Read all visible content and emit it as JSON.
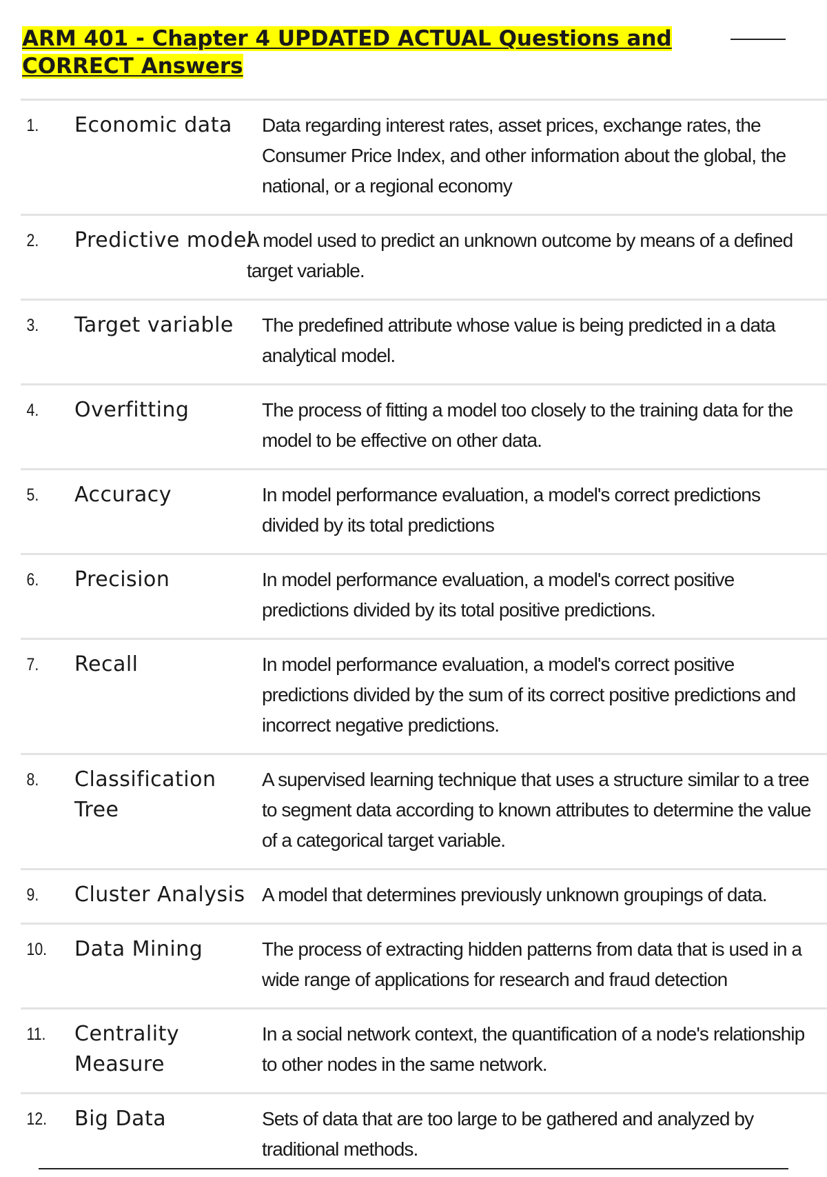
{
  "document": {
    "title": "ARM 401 - Chapter 4 UPDATED ACTUAL Questions and CORRECT Answers"
  },
  "items": [
    {
      "num": "1.",
      "term": "Economic data",
      "definition": "Data regarding interest rates, asset prices, exchange rates, the Consumer Price Index, and other information about the global, the national, or a regional economy"
    },
    {
      "num": "2.",
      "term": "Predictive model",
      "definition": "A model used to predict an unknown outcome by means of a defined target variable."
    },
    {
      "num": "3.",
      "term": "Target variable",
      "definition": "The predefined attribute whose value is being predicted in a data analytical model."
    },
    {
      "num": "4.",
      "term": "Overfitting",
      "definition": "The process of fitting a model too closely to the training data for the model to be effective on other data."
    },
    {
      "num": "5.",
      "term": "Accuracy",
      "definition": "In model performance evaluation, a model's correct predictions divided by its total predictions"
    },
    {
      "num": "6.",
      "term": "Precision",
      "definition": "In model performance evaluation, a model's correct positive predictions divided by its total positive predictions."
    },
    {
      "num": "7.",
      "term": "Recall",
      "definition": "In model performance evaluation, a model's correct positive predictions divided by the sum of its correct positive predictions and incorrect negative predictions."
    },
    {
      "num": "8.",
      "term": "Classification Tree",
      "definition": "A supervised learning technique that uses a structure similar to a tree to segment data according to known attributes to determine the value of a categorical target variable."
    },
    {
      "num": "9.",
      "term": "Cluster Analysis",
      "definition": "A model that determines previously unknown groupings of data."
    },
    {
      "num": "10.",
      "term": "Data Mining",
      "definition": "The process of extracting hidden patterns from data that is used in a wide range of applications for research and fraud detection"
    },
    {
      "num": "11.",
      "term": "Centrality Measure",
      "definition": "In a social network context, the quantification of a node's relationship to other nodes in the same network."
    },
    {
      "num": "12.",
      "term": "Big Data",
      "definition": "Sets of data that are too large to be gathered and analyzed by traditional methods."
    }
  ]
}
